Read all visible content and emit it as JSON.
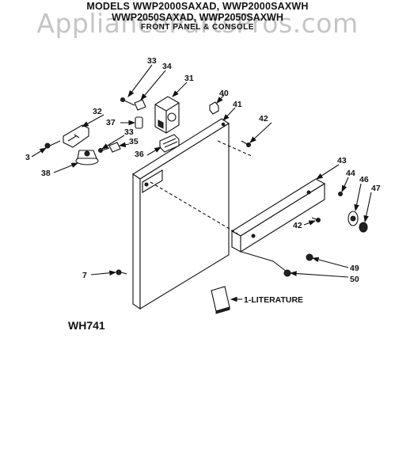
{
  "header": {
    "models_line1": "MODELS WWP2000SAXAD, WWP2000SAXWH",
    "models_line2": "WWP2050SAXAD, WWP2050SAXWH",
    "subtitle": "FRONT PANEL & CONSOLE"
  },
  "watermark": "AppliancePartsPros.com",
  "diagram_code": "WH741",
  "literature_label": "1-LITERATURE",
  "callouts": {
    "c3a": "3",
    "c7": "7",
    "c31": "31",
    "c32": "32",
    "c33a": "33",
    "c33b": "33",
    "c34": "34",
    "c35": "35",
    "c36": "36",
    "c37": "37",
    "c38": "38",
    "c40": "40",
    "c41": "41",
    "c42a": "42",
    "c42b": "42",
    "c43": "43",
    "c44": "44",
    "c46": "46",
    "c47": "47",
    "c49": "49",
    "c50": "50"
  }
}
